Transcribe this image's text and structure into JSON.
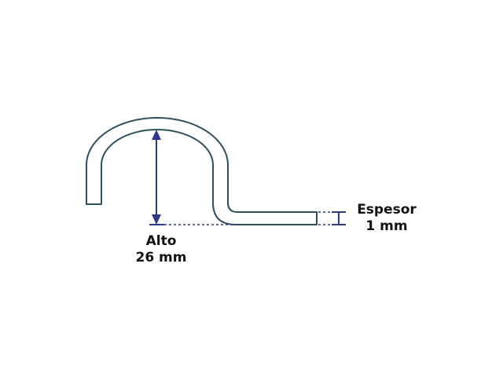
{
  "colors": {
    "outline": "#2f4f5f",
    "accent": "#2d3a8c"
  },
  "labels": {
    "height_name": "Alto",
    "height_value": "26 mm",
    "thickness_name": "Espesor",
    "thickness_value": "1 mm"
  }
}
